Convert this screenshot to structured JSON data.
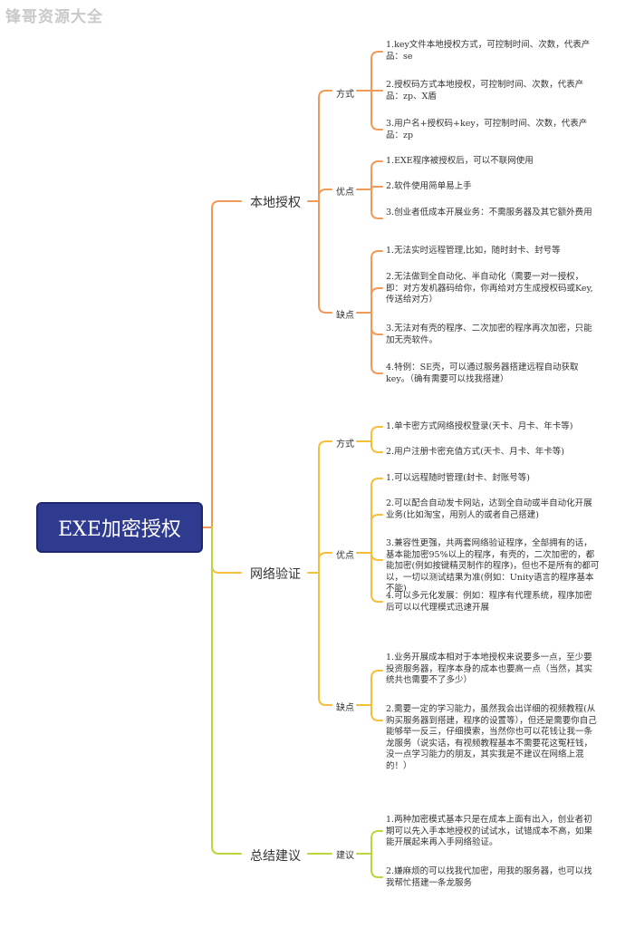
{
  "watermark": "锋哥资源大全",
  "root": "EXE加密授权",
  "colors": {
    "orange": "#f09a5a",
    "yellow": "#f5bf3a",
    "green": "#bfd43a",
    "root_fill": "#2f3b8f"
  },
  "branches": {
    "local": {
      "label": "本地授权",
      "method": {
        "label": "方式",
        "items": [
          "1.key文件本地授权方式，可控制时间、次数，代表产品：se",
          "2.授权码方式本地授权，可控制时间、次数，代表产品：zp、X盾",
          "3.用户名+授权码+key，可控制时间、次数，代表产品：zp"
        ]
      },
      "pros": {
        "label": "优点",
        "items": [
          "1.EXE程序被授权后，可以不联网使用",
          "2.软件使用简单易上手",
          "3.创业者低成本开展业务：不需服务器及其它额外费用"
        ]
      },
      "cons": {
        "label": "缺点",
        "items": [
          "1.无法实时远程管理,比如，随时封卡、封号等",
          "2.无法做到全自动化、半自动化（需要一对一授权，即：对方发机器码给你，你再给对方生成授权码或Key,传送给对方）",
          "3.无法对有壳的程序、二次加密的程序再次加密，只能加无壳软件。",
          "4.特例：SE壳，可以通过服务器搭建远程自动获取key。（确有需要可以找我搭建）"
        ]
      }
    },
    "network": {
      "label": "网络验证",
      "method": {
        "label": "方式",
        "items": [
          "1.单卡密方式网络授权登录(天卡、月卡、年卡等)",
          "2.用户注册卡密充值方式(天卡、月卡、年卡等)"
        ]
      },
      "pros": {
        "label": "优点",
        "items": [
          "1.可以远程随时管理(封卡、封账号等)",
          "2.可以配合自动发卡网站，达到全自动或半自动化开展业务(比如淘宝，用别人的或者自己搭建)",
          "3.兼容性更强，共两套网络验证程序，全部拥有的话，基本能加密95%以上的程序，有壳的，二次加密的，都能加密(例如按键精灵制作的程序)，但也不是所有的都可以，一切以测试结果为准(例如：Unity语言的程序基本不能)",
          "4.可以多元化发展：例如：程序有代理系统，程序加密后可以以代理模式迅速开展"
        ]
      },
      "cons": {
        "label": "缺点",
        "items": [
          "1.业务开展成本相对于本地授权来说要多一点，至少要投资服务器，程序本身的成本也要高一点（当然，其实统共也需要不了多少）",
          "2.需要一定的学习能力，虽然我会出详细的视频教程(从购买服务器到搭建，程序的设置等），但还是需要你自己能够举一反三，仔细摸索，当然你也可以花钱让我一条龙服务（说实话，有视频教程基本不需要花这冤枉钱，没一点学习能力的朋友，其实我是不建议在网络上混的！）"
        ]
      }
    },
    "summary": {
      "label": "总结建议",
      "advice": {
        "label": "建议",
        "items": [
          "1.两种加密模式基本只是在成本上面有出入，创业者初期可以先入手本地授权的试试水，试错成本不高，如果能开展起来再入手网络验证。",
          "2.嫌麻烦的可以找我代加密，用我的服务器，也可以找我帮忙搭建一条龙服务"
        ]
      }
    }
  }
}
